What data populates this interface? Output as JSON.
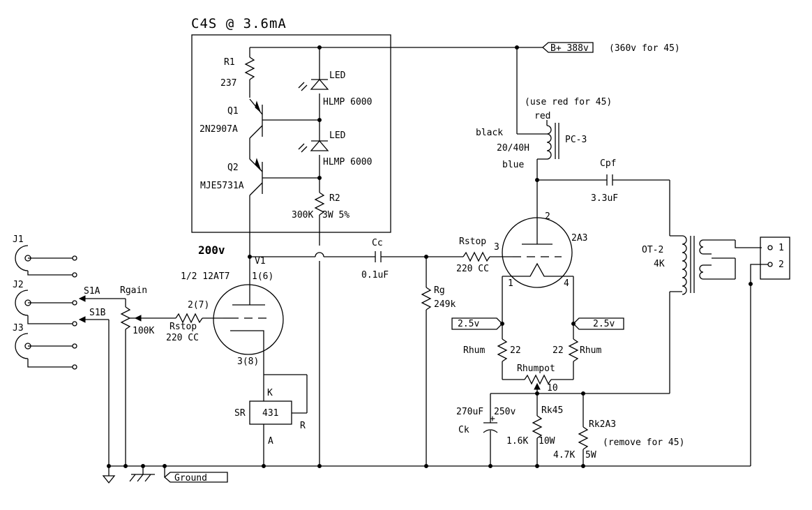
{
  "title": "C4S @ 3.6mA",
  "supply": {
    "label": "B+ 388v",
    "note": "(360v for 45)"
  },
  "c4s": {
    "r1_name": "R1",
    "r1_value": "237",
    "q1_name": "Q1",
    "q1_part": "2N2907A",
    "q2_name": "Q2",
    "q2_part": "MJE5731A",
    "led1_name": "LED",
    "led1_part": "HLMP 6000",
    "led2_name": "LED",
    "led2_part": "HLMP 6000",
    "r2_name": "R2",
    "r2_value": "300K",
    "r2_rating": "3W 5%"
  },
  "choke": {
    "note": "(use red for 45)",
    "red": "red",
    "black": "black",
    "blue": "blue",
    "value": "20/40H",
    "name": "PC-3"
  },
  "cpf": {
    "name": "Cpf",
    "value": "3.3uF"
  },
  "node_voltage": "200v",
  "v1": {
    "name": "V1",
    "type": "1/2 12AT7",
    "pin_plate": "1(6)",
    "pin_grid": "2(7)",
    "pin_cathode": "3(8)"
  },
  "cc": {
    "name": "Cc",
    "value": "0.1uF"
  },
  "rstop_out": {
    "name": "Rstop",
    "pin": "3",
    "value": "220 CC"
  },
  "v2": {
    "type": "2A3",
    "pin_plate": "2",
    "pin_f1": "1",
    "pin_f4": "4"
  },
  "rg": {
    "name": "Rg",
    "value": "249k"
  },
  "ot": {
    "name": "OT-2",
    "value": "4K"
  },
  "out_term": {
    "t1": "1",
    "t2": "2"
  },
  "jacks": {
    "j1": "J1",
    "j2": "J2",
    "j3": "J3"
  },
  "switch": {
    "s1a": "S1A",
    "s1b": "S1B"
  },
  "rgain": {
    "name": "Rgain",
    "value": "100K"
  },
  "rstop_in": {
    "name": "Rstop",
    "value": "220 CC"
  },
  "heater": {
    "left": "2.5v",
    "right": "2.5v"
  },
  "rhum": {
    "left_name": "Rhum",
    "left_value": "22",
    "right_value": "22",
    "right_name": "Rhum"
  },
  "rhumpot": {
    "name": "Rhumpot",
    "value": "10"
  },
  "ck": {
    "value": "270uF",
    "voltage": "250v",
    "name": "Ck"
  },
  "rk45": {
    "name": "Rk45",
    "value": "1.6K",
    "rating": "10W"
  },
  "rk2a3": {
    "name": "Rk2A3",
    "note": "(remove for 45)",
    "value": "4.7K",
    "rating": "5W"
  },
  "sr": {
    "name": "SR",
    "part": "431",
    "k": "K",
    "r": "R",
    "a": "A"
  },
  "ground": {
    "label": "Ground"
  }
}
